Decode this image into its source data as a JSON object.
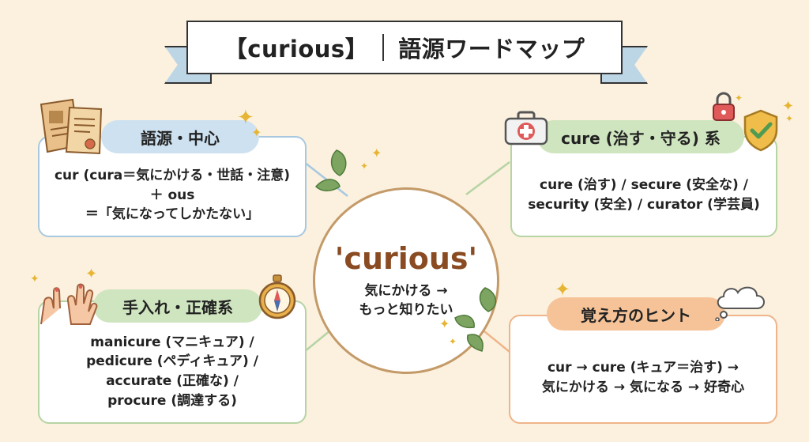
{
  "title": {
    "word": "【curious】",
    "label": "語源ワードマップ"
  },
  "center": {
    "word": "'curious'",
    "line1": "気にかける →",
    "line2": "もっと知りたい"
  },
  "etymology": {
    "heading": "語源・中心",
    "line1": "cur (cura＝気にかける・世話・注意)",
    "line2": "＋ ous",
    "line3": "＝「気になってしかたない」"
  },
  "cure": {
    "heading": "cure (治す・守る) 系",
    "line1": "cure (治す) / secure (安全な) /",
    "line2": "security (安全) / curator (学芸員)"
  },
  "care": {
    "heading": "手入れ・正確系",
    "line1": "manicure (マニキュア) /",
    "line2": "pedicure (ペディキュア) /",
    "line3": "accurate (正確な) /",
    "line4": "procure (調達する)"
  },
  "hint": {
    "heading": "覚え方のヒント",
    "line1": "cur → cure (キュア＝治す) →",
    "line2": "気にかける → 気になる → 好奇心"
  },
  "colors": {
    "background": "#fbf1de",
    "blue": "#a8c8e0",
    "green": "#b6d4a4",
    "orange": "#efb48a",
    "accent_text": "#8a4b22"
  },
  "icons": [
    "scroll-document-icon",
    "first-aid-kit-icon",
    "padlock-icon",
    "shield-check-icon",
    "hands-icon",
    "compass-icon",
    "thought-bubble-icon",
    "sparkle-icon",
    "leaf-icon"
  ]
}
